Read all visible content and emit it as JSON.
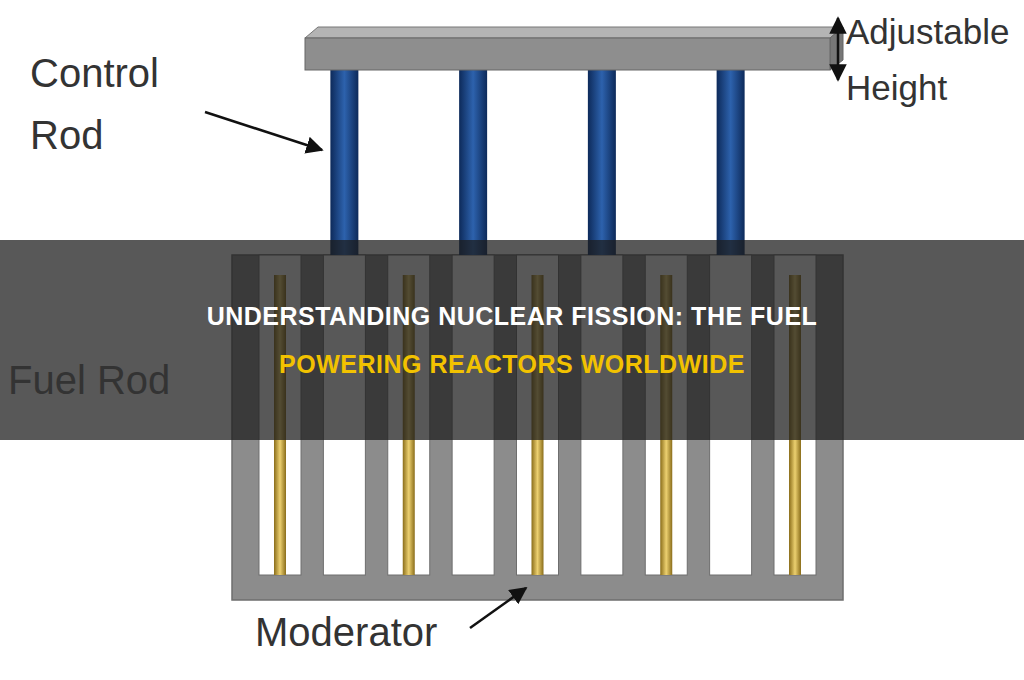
{
  "diagram": {
    "title": "UNDERSTANDING NUCLEAR FISSION: THE FUEL POWERING REACTORS WORLDWIDE",
    "labels": [
      "Control Rod",
      "Adjustable Height",
      "Fuel Rod",
      "Moderator"
    ]
  }
}
